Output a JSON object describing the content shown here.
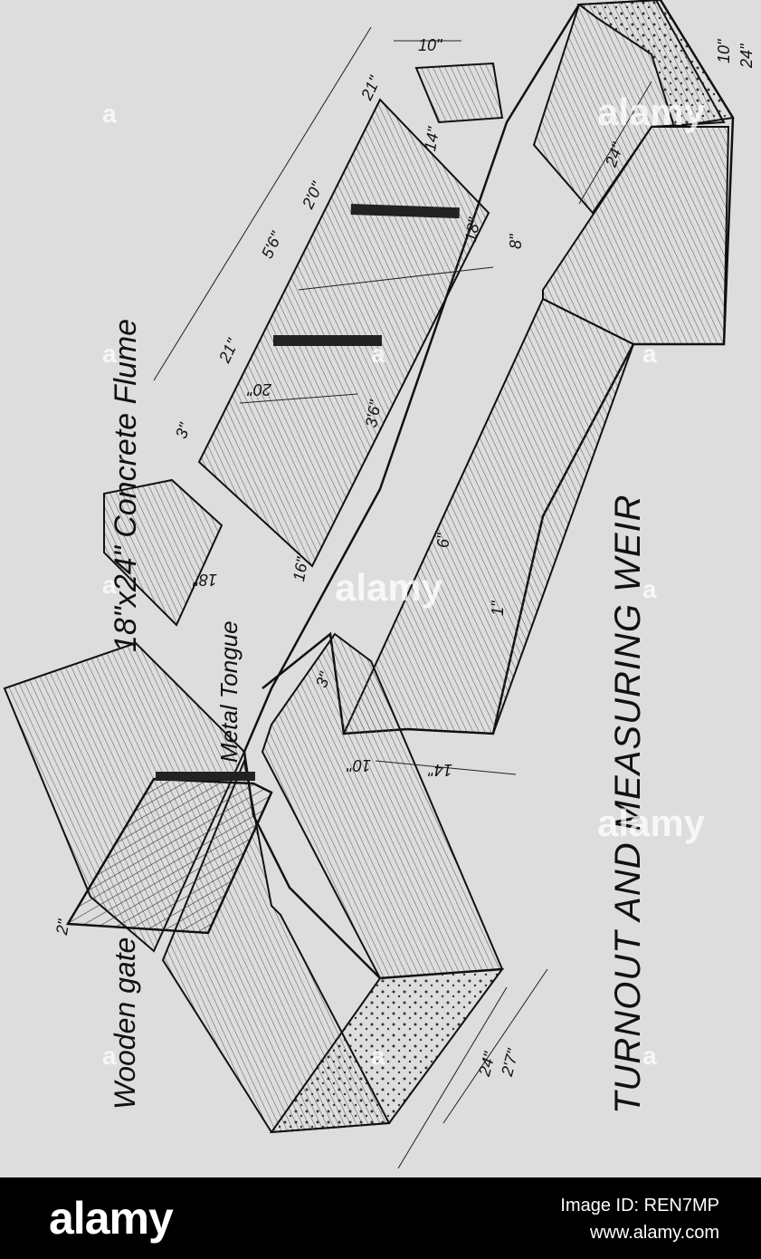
{
  "diagram": {
    "title_main": "TURNOUT AND MEASURING WEIR",
    "label_flume": "18\"x24\" Concrete Flume",
    "label_gate": "Wooden gate",
    "label_tongue": "Metal Tongue",
    "dimensions": [
      "5'6\"",
      "21\"",
      "2'0\"",
      "21\"",
      "10\"",
      "24\"",
      "10\"",
      "24\"",
      "14\"",
      "18\"",
      "8\"",
      "20\"",
      "3\"",
      "3'6\"",
      "16\"",
      "18\"",
      "6\"",
      "1\"",
      "10\"",
      "14\"",
      "3\"",
      "2\"",
      "24\"",
      "2'7\""
    ]
  },
  "watermark": {
    "text": "alamy",
    "short": "a"
  },
  "footer": {
    "logo": "alamy",
    "image_id": "Image ID: REN7MP",
    "url": "www.alamy.com"
  }
}
